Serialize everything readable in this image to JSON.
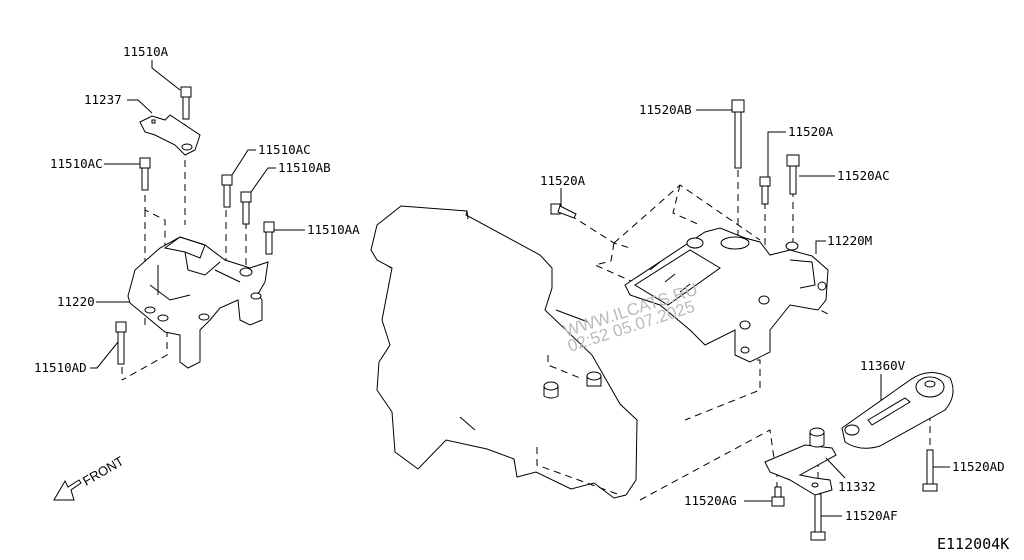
{
  "diagram": {
    "code": "E112004K",
    "front_label": "FRONT",
    "watermark": {
      "line1": "WWW.ILCATS.RU",
      "line2": "02:52 05.07.2025"
    },
    "parts": [
      {
        "id": "p0",
        "label": "11510A"
      },
      {
        "id": "p1",
        "label": "11237"
      },
      {
        "id": "p2",
        "label": "11510AC"
      },
      {
        "id": "p3",
        "label": "11510AC"
      },
      {
        "id": "p4",
        "label": "11510AB"
      },
      {
        "id": "p5",
        "label": "11510AA"
      },
      {
        "id": "p6",
        "label": "11220"
      },
      {
        "id": "p7",
        "label": "11510AD"
      },
      {
        "id": "p8",
        "label": "11520AB"
      },
      {
        "id": "p9",
        "label": "11520A"
      },
      {
        "id": "p10",
        "label": "11520A"
      },
      {
        "id": "p11",
        "label": "11520AC"
      },
      {
        "id": "p12",
        "label": "11220M"
      },
      {
        "id": "p13",
        "label": "11360V"
      },
      {
        "id": "p14",
        "label": "11520AD"
      },
      {
        "id": "p15",
        "label": "11332"
      },
      {
        "id": "p16",
        "label": "11520AG"
      },
      {
        "id": "p17",
        "label": "11520AF"
      }
    ]
  }
}
